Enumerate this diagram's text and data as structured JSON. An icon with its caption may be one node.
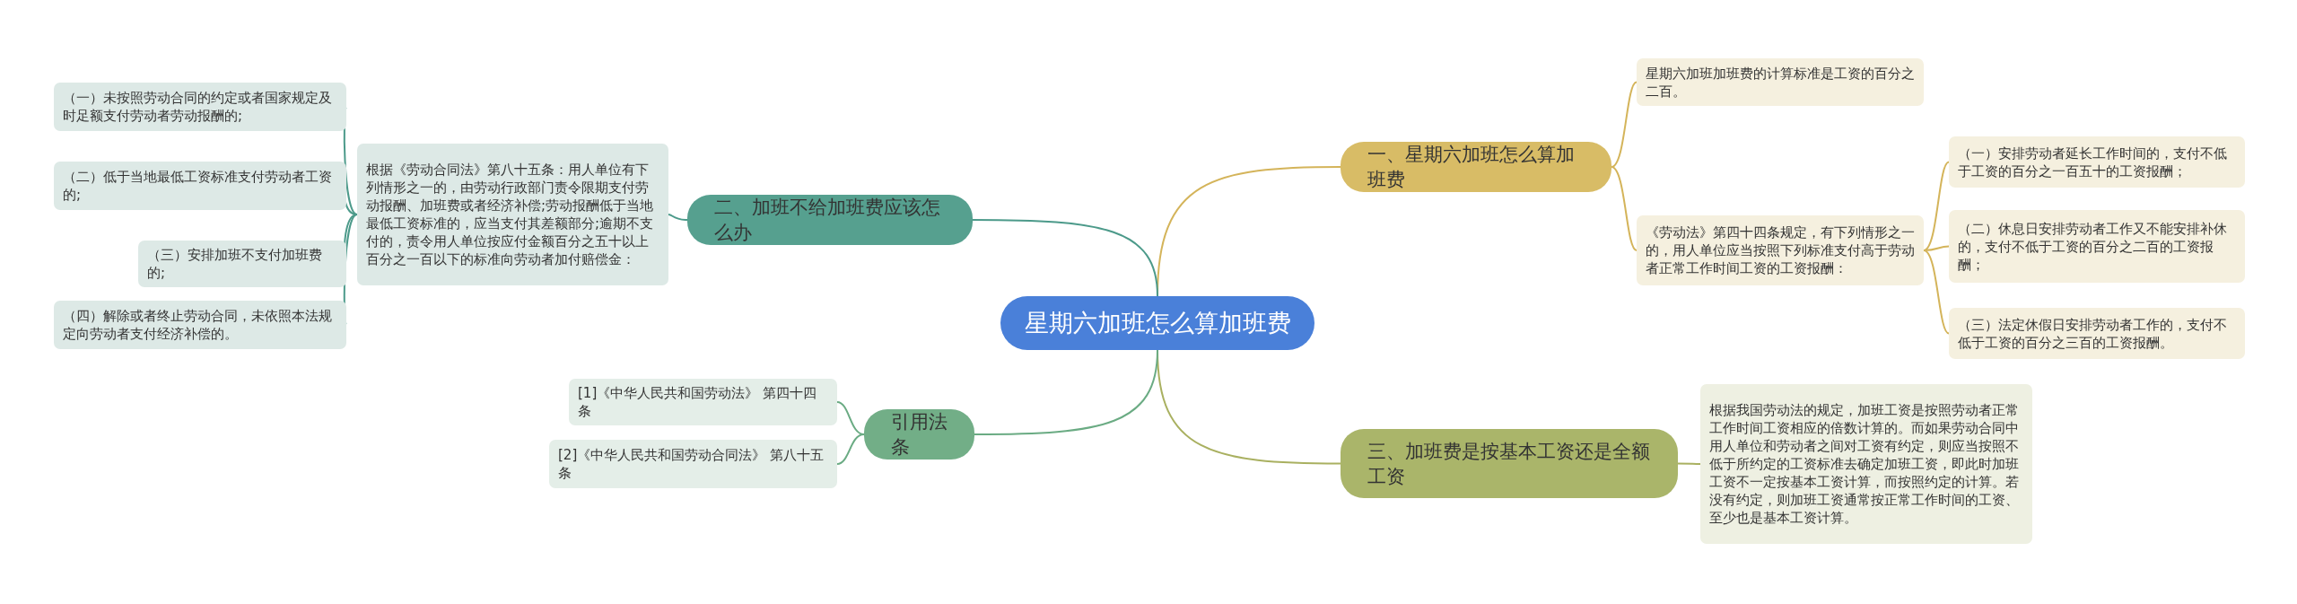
{
  "diagram": {
    "nodes": [
      {
        "text": [
          "星期六加班怎么算加班费"
        ]
      },
      {
        "text": [
          "一、星期六加班怎么算加班费"
        ]
      },
      {
        "text": [
          "星期六加班加班费的计算标准是工资的百分之二百。"
        ]
      },
      {
        "text": [
          "《劳动法》第四十四条规定，有下列情形之一的，用人单位应当按照下列标准支付高于劳动者正常工作时间工资的工资报酬："
        ]
      },
      {
        "text": [
          "（一）安排劳动者延长工作时间的，支付不低于工资的百分之一百五十的工资报酬；"
        ]
      },
      {
        "text": [
          "（二）休息日安排劳动者工作又不能安排补休的，支付不低于工资的百分之二百的工资报酬；"
        ]
      },
      {
        "text": [
          "（三）法定休假日安排劳动者工作的，支付不低于工资的百分之三百的工资报酬。"
        ]
      },
      {
        "text": [
          "三、加班费是按基本工资还是全额工资"
        ]
      },
      {
        "text": [
          "根据我国劳动法的规定，加班工资是按照劳动者正常工作时间工资相应的倍数计算的。而如果劳动合同中用人单位和劳动者之间对工资有约定，则应当按照不低于所约定的工资标准去确定加班工资，即此时加班工资不一定按基本工资计算，而按照约定的计算。若没有约定，则加班工资通常按正常工作时间的工资、至少也是基本工资计算。"
        ]
      },
      {
        "text": [
          "二、加班不给加班费应该怎么办"
        ]
      },
      {
        "text": [
          "根据《劳动合同法》第八十五条：用人单位有下列情形之一的，由劳动行政部门责令限期支付劳动报酬、加班费或者经济补偿;劳动报酬低于当地最低工资标准的，应当支付其差额部分;逾期不支付的，责令用人单位按应付金额百分之五十以上百分之一百以下的标准向劳动者加付赔偿金："
        ]
      },
      {
        "text": [
          "（一）未按照劳动合同的约定或者国家规定及时足额支付劳动者劳动报酬的;"
        ]
      },
      {
        "text": [
          "（二）低于当地最低工资标准支付劳动者工资的;"
        ]
      },
      {
        "text": [
          "（三）安排加班不支付加班费的;"
        ]
      },
      {
        "text": [
          "（四）解除或者终止劳动合同，未依照本法规定向劳动者支付经济补偿的。"
        ]
      },
      {
        "text": [
          "引用法条"
        ]
      },
      {
        "text": [
          "[1]《中华人民共和国劳动法》 第四十四条"
        ]
      },
      {
        "text": [
          "[2]《中华人民共和国劳动合同法》 第八十五条"
        ]
      }
    ],
    "edges": [
      {
        "from": 0,
        "to": 1,
        "arrow": "none",
        "color": "#d4b45a"
      },
      {
        "from": 1,
        "to": 2,
        "arrow": "none",
        "color": "#d4b45a"
      },
      {
        "from": 1,
        "to": 3,
        "arrow": "none",
        "color": "#d4b45a"
      },
      {
        "from": 3,
        "to": 4,
        "arrow": "none",
        "color": "#d4b45a"
      },
      {
        "from": 3,
        "to": 5,
        "arrow": "none",
        "color": "#d4b45a"
      },
      {
        "from": 3,
        "to": 6,
        "arrow": "none",
        "color": "#d4b45a"
      },
      {
        "from": 0,
        "to": 7,
        "arrow": "none",
        "color": "#a9b060"
      },
      {
        "from": 7,
        "to": 8,
        "arrow": "none",
        "color": "#a9b060"
      },
      {
        "from": 0,
        "to": 9,
        "arrow": "none",
        "color": "#4c9a8a"
      },
      {
        "from": 9,
        "to": 10,
        "arrow": "none",
        "color": "#4c9a8a"
      },
      {
        "from": 10,
        "to": 11,
        "arrow": "none",
        "color": "#4c9a8a"
      },
      {
        "from": 10,
        "to": 12,
        "arrow": "none",
        "color": "#4c9a8a"
      },
      {
        "from": 10,
        "to": 13,
        "arrow": "none",
        "color": "#4c9a8a"
      },
      {
        "from": 10,
        "to": 14,
        "arrow": "none",
        "color": "#4c9a8a"
      },
      {
        "from": 0,
        "to": 15,
        "arrow": "none",
        "color": "#6aab83"
      },
      {
        "from": 15,
        "to": 16,
        "arrow": "none",
        "color": "#6aab83"
      },
      {
        "from": 15,
        "to": 17,
        "arrow": "none",
        "color": "#6aab83"
      }
    ]
  }
}
